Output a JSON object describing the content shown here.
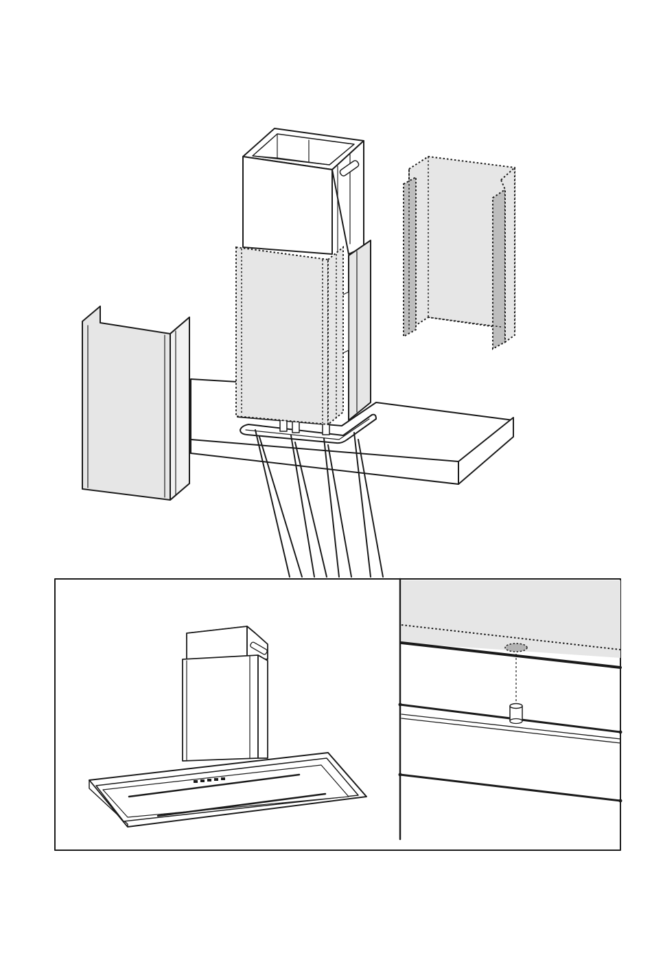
{
  "diagram": {
    "type": "assembly-illustration",
    "colors": {
      "line": "#1a1a1a",
      "panel_fill": "#e6e6e6",
      "panel_light": "#f2f2f2",
      "panel_dark": "#bdbdbd",
      "panel_shadow": "#a8a8a8",
      "marker_fill": "#b3b3b3",
      "background": "#ffffff"
    },
    "parts": [
      {
        "name": "upper-chimney-duct",
        "style": "solid"
      },
      {
        "name": "front-chimney-cover",
        "style": "dotted"
      },
      {
        "name": "rear-chimney-cover",
        "style": "dotted"
      },
      {
        "name": "side-chimney-cover-loose",
        "style": "solid"
      },
      {
        "name": "hood-canopy",
        "style": "solid"
      }
    ],
    "callouts": [
      {
        "name": "hood-overview-inset"
      },
      {
        "name": "guide-pin-detail-inset"
      }
    ],
    "icons": [
      "guide-pin-icon",
      "locating-hole-icon"
    ]
  }
}
